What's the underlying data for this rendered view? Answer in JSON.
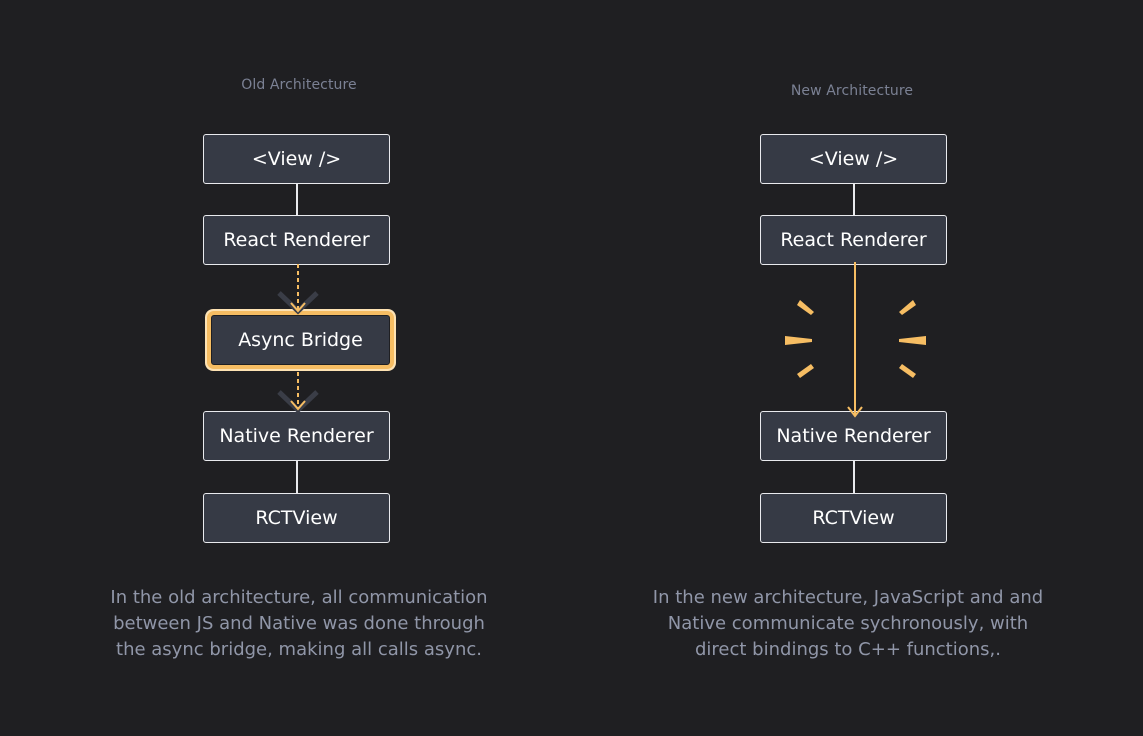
{
  "old": {
    "heading": "Old Architecture",
    "boxes": [
      "<View />",
      "React Renderer",
      "Async Bridge",
      "Native Renderer",
      "RCTView"
    ],
    "caption_lines": [
      "In the old architecture, all communication",
      "between JS and Native was done through",
      "the async bridge, making all calls async."
    ]
  },
  "new": {
    "heading": "New Architecture",
    "boxes": [
      "<View />",
      "React Renderer",
      "Native Renderer",
      "RCTView"
    ],
    "caption_lines": [
      "In the new architecture, JavaScript and and",
      "Native communicate sychronously, with",
      "direct bindings to C++ functions,."
    ]
  },
  "colors": {
    "background": "#1f1f22",
    "box_fill": "#363a45",
    "box_border": "#e9eaee",
    "accent": "#f6bd63",
    "heading_text": "#7b8194",
    "caption_text": "#9096a8"
  }
}
